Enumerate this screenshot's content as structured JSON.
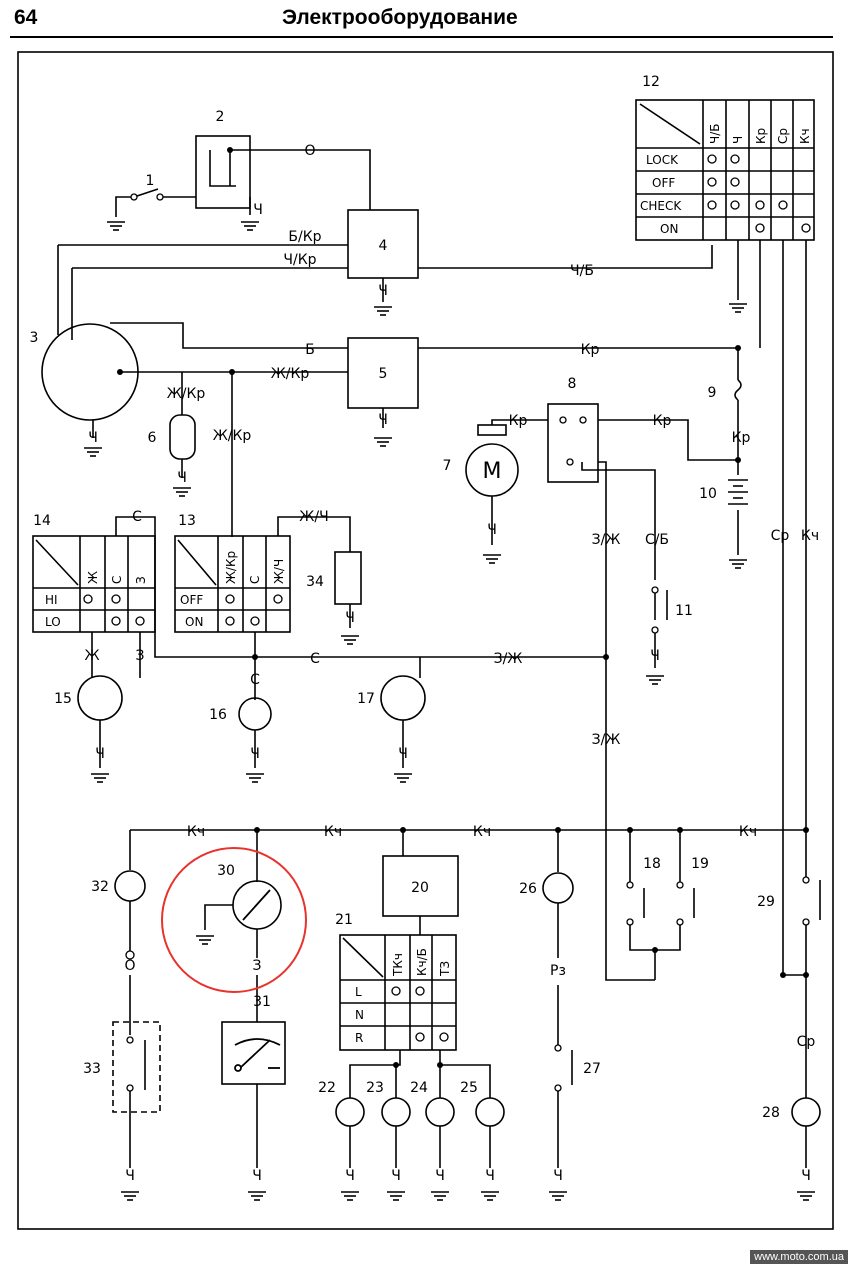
{
  "header": {
    "page_number": "64",
    "title": "Электрооборудование"
  },
  "footer": {
    "watermark": "www.moto.com.ua"
  },
  "highlight_color": "#e8332d",
  "components": {
    "c1": "1",
    "c2": "2",
    "c3": "3",
    "c4": "4",
    "c5": "5",
    "c6": "6",
    "c7": "7",
    "c8": "8",
    "c9": "9",
    "c10": "10",
    "c11": "11",
    "c12": "12",
    "c13": "13",
    "c14": "14",
    "c15": "15",
    "c16": "16",
    "c17": "17",
    "c18": "18",
    "c19": "19",
    "c20": "20",
    "c21": "21",
    "c22": "22",
    "c23": "23",
    "c24": "24",
    "c25": "25",
    "c26": "26",
    "c27": "27",
    "c28": "28",
    "c29": "29",
    "c30": "30",
    "c31": "31",
    "c32": "32",
    "c33": "33",
    "c34": "34"
  },
  "motor_symbol": "M",
  "wires": {
    "o": "О",
    "b_kr": "Б/Кр",
    "ch_kr": "Ч/Кр",
    "ch_b": "Ч/Б",
    "b": "Б",
    "zh_kr": "Ж/Кр",
    "kr": "Кр",
    "ch": "Ч",
    "z_zh": "З/Ж",
    "s_b": "С/Б",
    "sr": "Ср",
    "kch": "Кч",
    "s": "С",
    "zh_ch": "Ж/Ч",
    "zh": "Ж",
    "z": "З",
    "rz": "Рз"
  },
  "table12": {
    "cols": [
      "Ч/Б",
      "Ч",
      "Кр",
      "Ср",
      "Кч"
    ],
    "rows": [
      "LOCK",
      "OFF",
      "CHECK",
      "ON"
    ]
  },
  "table13": {
    "cols": [
      "Ж/Кр",
      "С",
      "Ж/Ч"
    ],
    "rows": [
      "OFF",
      "ON"
    ]
  },
  "table14": {
    "cols": [
      "Ж",
      "С",
      "З"
    ],
    "rows": [
      "HI",
      "LO"
    ]
  },
  "table21": {
    "cols": [
      "ТКч",
      "Кч/Б",
      "ТЗ"
    ],
    "rows": [
      "L",
      "N",
      "R"
    ]
  }
}
